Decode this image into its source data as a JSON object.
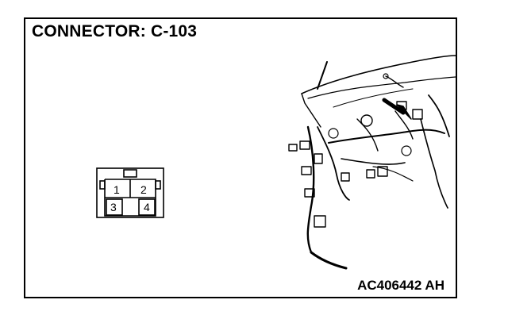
{
  "figure": {
    "title": "CONNECTOR: C-103",
    "code": "AC406442 AH"
  },
  "connector": {
    "pins": [
      "1",
      "2",
      "3",
      "4"
    ]
  }
}
